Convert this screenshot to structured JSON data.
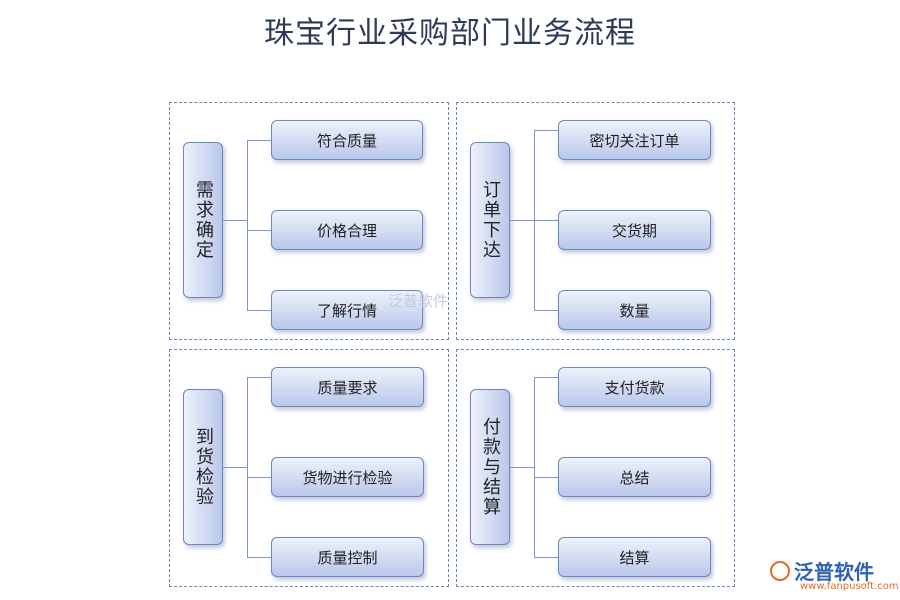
{
  "title": "珠宝行业采购部门业务流程",
  "colors": {
    "panel_border": "#6f86b8",
    "box_border": "#6e87bd",
    "box_fill": "#b9c7ea",
    "connector": "#7f97c8",
    "logo_orange": "#e56a2a",
    "logo_blue": "#2f62b0"
  },
  "panels": [
    {
      "category": "需求确定",
      "items": [
        "符合质量",
        "价格合理",
        "了解行情"
      ]
    },
    {
      "category": "订单下达",
      "items": [
        "密切关注订单",
        "交货期",
        "数量"
      ]
    },
    {
      "category": "到货检验",
      "items": [
        "质量要求",
        "货物进行检验",
        "质量控制"
      ]
    },
    {
      "category": "付款与结算",
      "items": [
        "支付货款",
        "总结",
        "结算"
      ]
    }
  ],
  "watermark": "泛普软件",
  "logo": {
    "text": "泛普软件",
    "url": "www.fanpusoft.com"
  }
}
